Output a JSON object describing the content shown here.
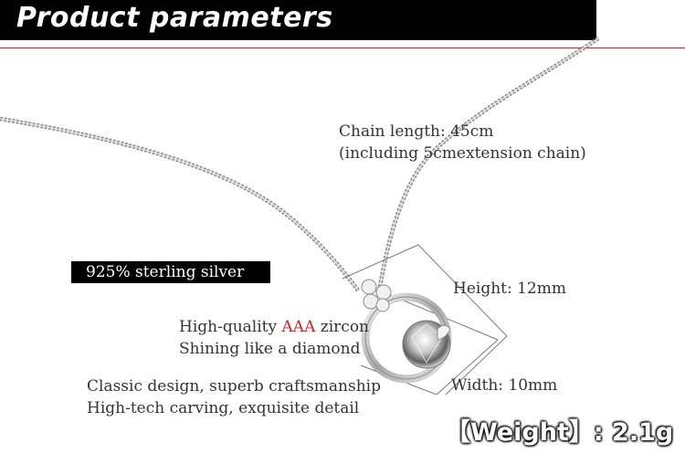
{
  "header": {
    "title": "Product parameters"
  },
  "specs": {
    "chain_length": "Chain length: 45cm",
    "chain_extension": "(including  5cmextension chain)",
    "material": "925% sterling silver",
    "height": "Height:  12mm",
    "stone_prefix": "High-quality ",
    "stone_grade": "AAA",
    "stone_suffix": " zircon",
    "shine": "Shining like a diamond",
    "design": "Classic design, superb craftsmanship",
    "carving": "High-tech carving, exquisite detail",
    "width": "Width:  10mm",
    "weight": "【Weight】: 2.1g"
  },
  "colors": {
    "header_bg": "#000000",
    "rule": "#c21f1f",
    "accent": "#d21f1f",
    "text": "#333333"
  }
}
